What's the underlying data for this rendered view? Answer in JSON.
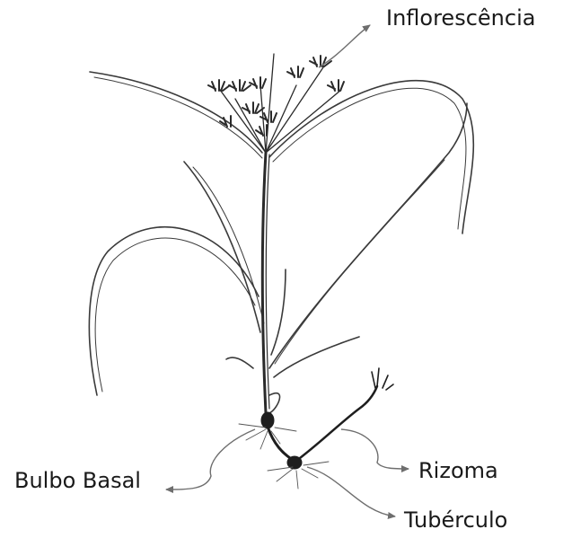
{
  "labels": {
    "inflorescencia": "Inflorescência",
    "rizoma": "Rizoma",
    "tuberculo": "Tubérculo",
    "bulbo_basal": "Bulbo Basal"
  },
  "colors": {
    "plant_stroke": "#2a2a2a",
    "arrow": "#6e6e6e",
    "text": "#1a1a1a",
    "background": "#ffffff"
  }
}
